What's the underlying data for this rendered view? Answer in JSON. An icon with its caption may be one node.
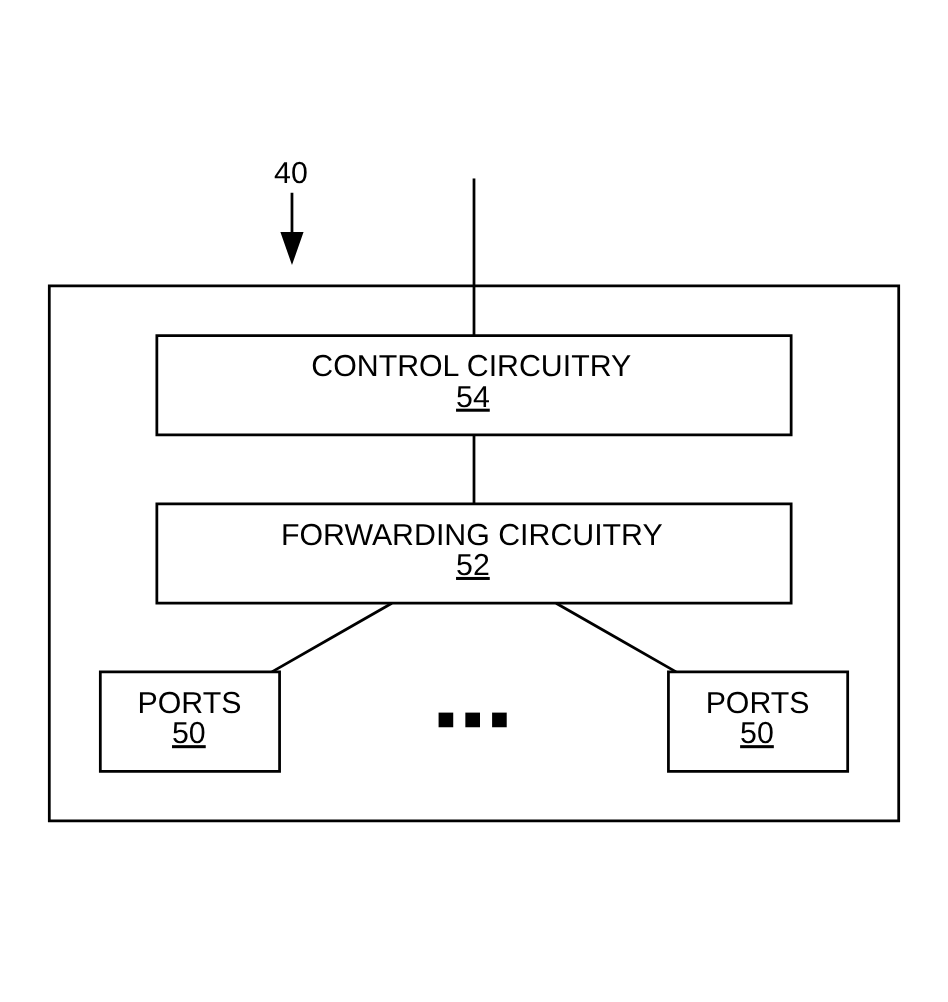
{
  "diagram": {
    "nodes": [
      {
        "text": [
          "40"
        ]
      },
      {
        "text": [],
        "shape": "box"
      },
      {
        "text": [
          "CONTROL CIRCUITRY",
          "54"
        ],
        "in": 1
      },
      {
        "text": [
          "FORWARDING CIRCUITRY",
          "52"
        ],
        "in": 1
      },
      {
        "text": [
          "PORTS",
          "50"
        ],
        "in": 1
      },
      {
        "text": [
          "PORTS",
          "50"
        ],
        "in": 1
      }
    ],
    "edges": [
      {
        "from": 0,
        "to": null,
        "arrow": "to"
      },
      {
        "from": null,
        "to": 2,
        "arrow": "none"
      },
      {
        "from": 2,
        "to": 3,
        "arrow": "none"
      },
      {
        "from": 3,
        "to": 4,
        "arrow": "none"
      },
      {
        "from": 3,
        "to": 5,
        "arrow": "none"
      }
    ],
    "labels": [
      "■ ■ ■"
    ]
  }
}
